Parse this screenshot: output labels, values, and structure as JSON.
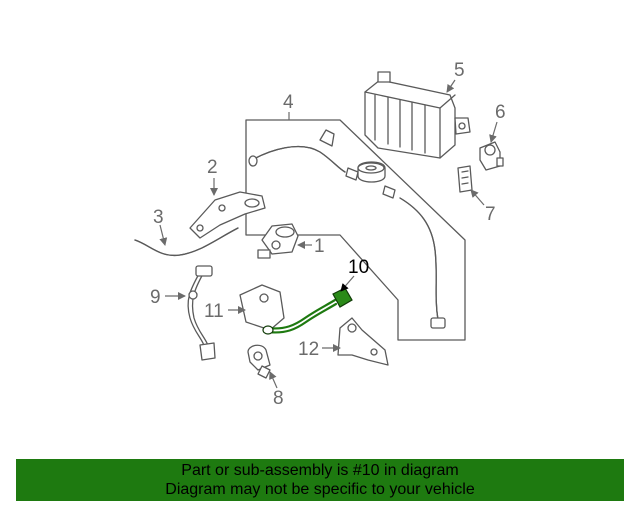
{
  "callouts": {
    "c1": "1",
    "c2": "2",
    "c3": "3",
    "c4": "4",
    "c5": "5",
    "c6": "6",
    "c7": "7",
    "c8": "8",
    "c9": "9",
    "c10": "10",
    "c11": "11",
    "c12": "12"
  },
  "highlighted_part": "10",
  "colors": {
    "banner": "#1e7a10",
    "highlight": "#1e7a10",
    "linework": "#5a5a5a"
  },
  "banner": {
    "line1": "Part or sub-assembly is #10 in diagram",
    "line2": "Diagram may not be specific to your vehicle"
  }
}
